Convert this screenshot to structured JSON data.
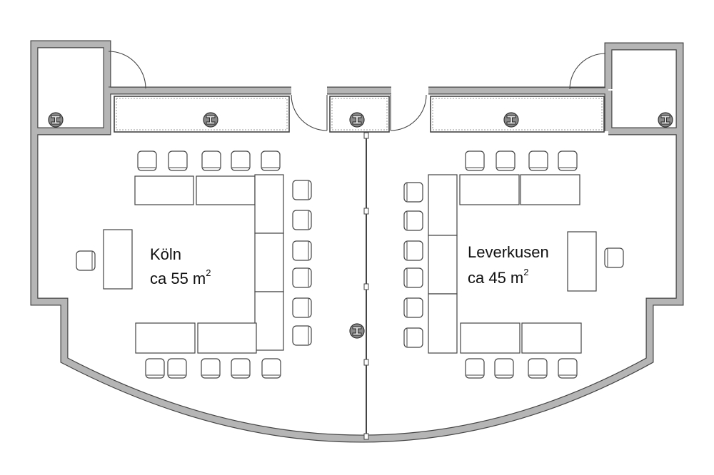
{
  "rooms": [
    {
      "name": "Köln",
      "area_prefix": "ca 55 m",
      "area_unit_exp": "2"
    },
    {
      "name": "Leverkusen",
      "area_prefix": "ca 45 m",
      "area_unit_exp": "2"
    }
  ],
  "colors": {
    "wall": "#b5b5b5",
    "outline": "#444444",
    "column": "#8a8a8a"
  }
}
